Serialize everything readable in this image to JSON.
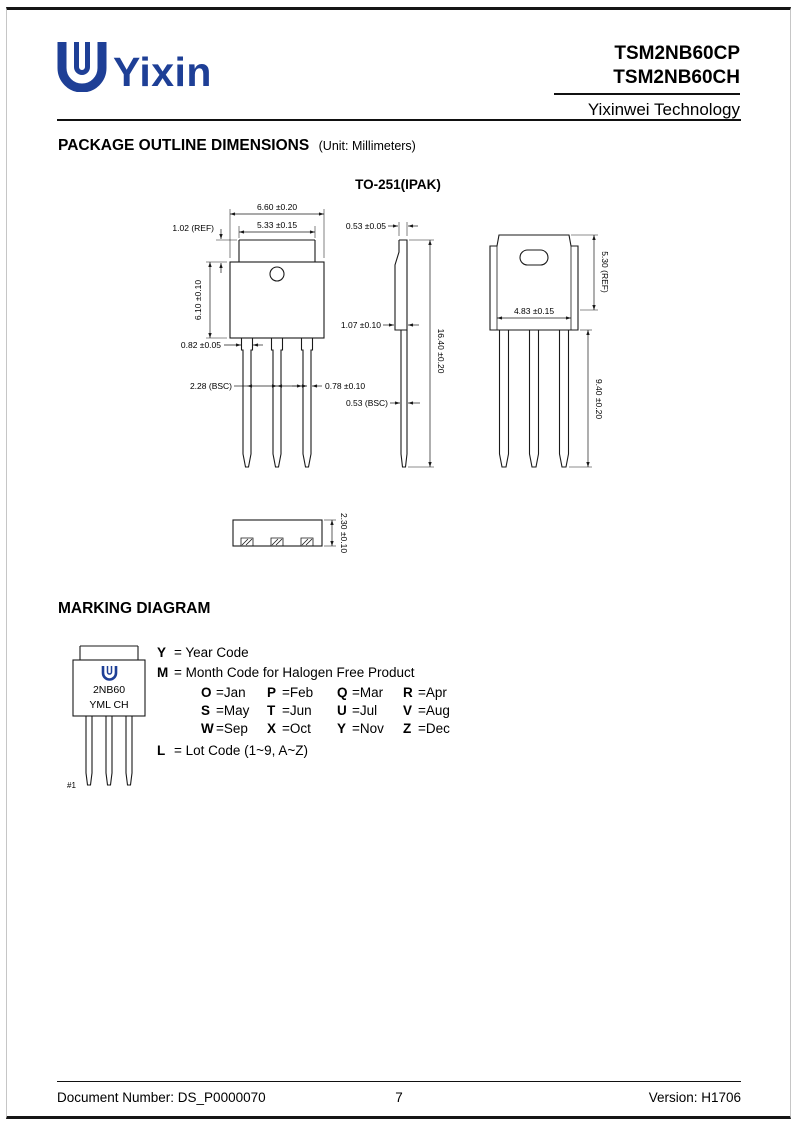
{
  "header": {
    "logo_text": "Yixin",
    "part_number_1": "TSM2NB60CP",
    "part_number_2": "TSM2NB60CH",
    "company": "Yixinwei Technology"
  },
  "outline": {
    "heading": "PACKAGE OUTLINE DIMENSIONS",
    "unit_note": "(Unit: Millimeters)",
    "package_name": "TO-251(IPAK)",
    "front": {
      "dim_total_width": "6.60 ±0.20",
      "dim_cap_width": "5.33 ±0.15",
      "dim_cap_height": "1.02 (REF)",
      "dim_body_height": "6.10 ±0.10",
      "dim_lead_shoulder": "0.82 ±0.05",
      "dim_lead_pitch": "2.28 (BSC)",
      "dim_lead_width": "0.78 ±0.10"
    },
    "side": {
      "dim_tab_thickness": "0.53 ±0.05",
      "dim_body_thickness": "1.07 ±0.10",
      "dim_total_height": "16.40 ±0.20",
      "dim_lead_thickness": "0.53 (BSC)"
    },
    "back": {
      "dim_tab_height": "5.30 (REF)",
      "dim_tab_width": "4.83 ±0.15",
      "dim_lead_length": "9.40 ±0.20"
    },
    "bottom": {
      "dim_body_depth": "2.30 ±0.10"
    }
  },
  "marking": {
    "heading": "MARKING DIAGRAM",
    "package": {
      "line1": "2NB60",
      "line2": "YML CH",
      "pin_label": "#1"
    },
    "legend_year": {
      "code": "Y",
      "desc": "= Year Code"
    },
    "legend_month": {
      "code": "M",
      "desc": "= Month Code for Halogen Free Product"
    },
    "legend_lot": {
      "code": "L",
      "desc": "= Lot Code (1~9, A~Z)"
    },
    "months": [
      [
        {
          "c": "O",
          "v": "=Jan"
        },
        {
          "c": "P",
          "v": "=Feb"
        },
        {
          "c": "Q",
          "v": "=Mar"
        },
        {
          "c": "R",
          "v": "=Apr"
        }
      ],
      [
        {
          "c": "S",
          "v": "=May"
        },
        {
          "c": "T",
          "v": "=Jun"
        },
        {
          "c": "U",
          "v": "=Jul"
        },
        {
          "c": "V",
          "v": "=Aug"
        }
      ],
      [
        {
          "c": "W",
          "v": "=Sep"
        },
        {
          "c": "X",
          "v": "=Oct"
        },
        {
          "c": "Y",
          "v": "=Nov"
        },
        {
          "c": "Z",
          "v": "=Dec"
        }
      ]
    ]
  },
  "footer": {
    "doc_number": "Document Number: DS_P0000070",
    "page": "7",
    "version": "Version: H1706"
  },
  "colors": {
    "brand_blue": "#1e3f96"
  }
}
